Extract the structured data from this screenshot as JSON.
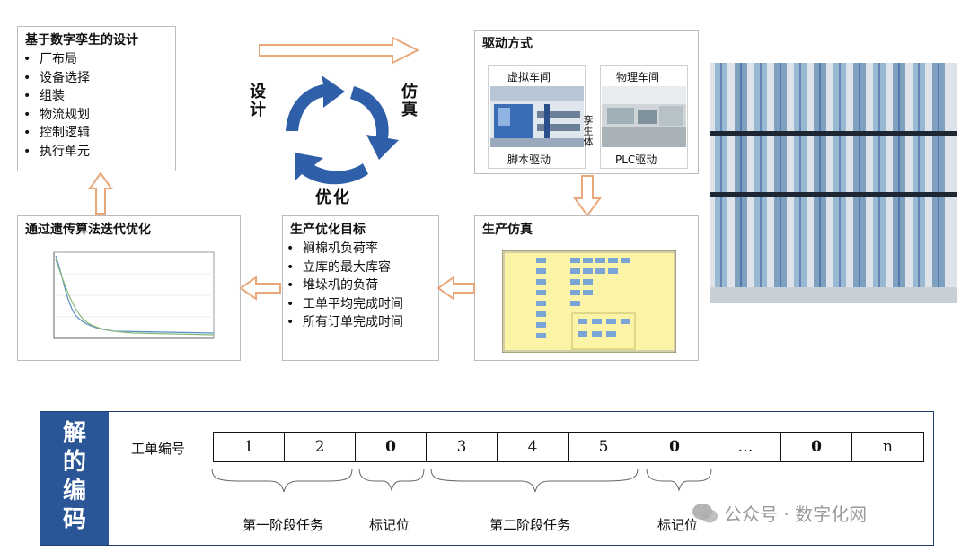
{
  "design_box": {
    "title": "基于数字孪生的设计",
    "items": [
      "厂布局",
      "设备选择",
      "组装",
      "物流规划",
      "控制逻辑",
      "执行单元"
    ]
  },
  "cycle": {
    "design": "设计",
    "simulate": "仿真",
    "optimize": "优化"
  },
  "drive_box": {
    "title": "驱动方式",
    "virtual_label": "虚拟车间",
    "physical_label": "物理车间",
    "middle_label": "孪生体",
    "script_label": "脚本驱动",
    "plc_label": "PLC驱动"
  },
  "ga_box": {
    "title": "通过遗传算法迭代优化"
  },
  "goal_box": {
    "title": "生产优化目标",
    "items": [
      "裥棉机负荷率",
      "立库的最大库容",
      "堆垛机的负荷",
      "工单平均完成时间",
      "所有订单完成时间"
    ]
  },
  "sim_box": {
    "title": "生产仿真"
  },
  "encoding": {
    "side_title": [
      "解",
      "的",
      "编",
      "码"
    ],
    "row_label": "工单编号",
    "cells": [
      {
        "v": "1",
        "bold": false
      },
      {
        "v": "2",
        "bold": false
      },
      {
        "v": "0",
        "bold": true
      },
      {
        "v": "3",
        "bold": false
      },
      {
        "v": "4",
        "bold": false
      },
      {
        "v": "5",
        "bold": false
      },
      {
        "v": "0",
        "bold": true
      },
      {
        "v": "…",
        "bold": false
      },
      {
        "v": "0",
        "bold": true
      },
      {
        "v": "n",
        "bold": false
      }
    ],
    "brackets": [
      "第一阶段任务",
      "标记位",
      "第二阶段任务",
      "标记位"
    ]
  },
  "watermark": "公众号 · 数字化网",
  "colors": {
    "accent_blue": "#2a5597",
    "arrow_orange": "#e8a87c",
    "cycle_blue": "#2f5fa8"
  }
}
